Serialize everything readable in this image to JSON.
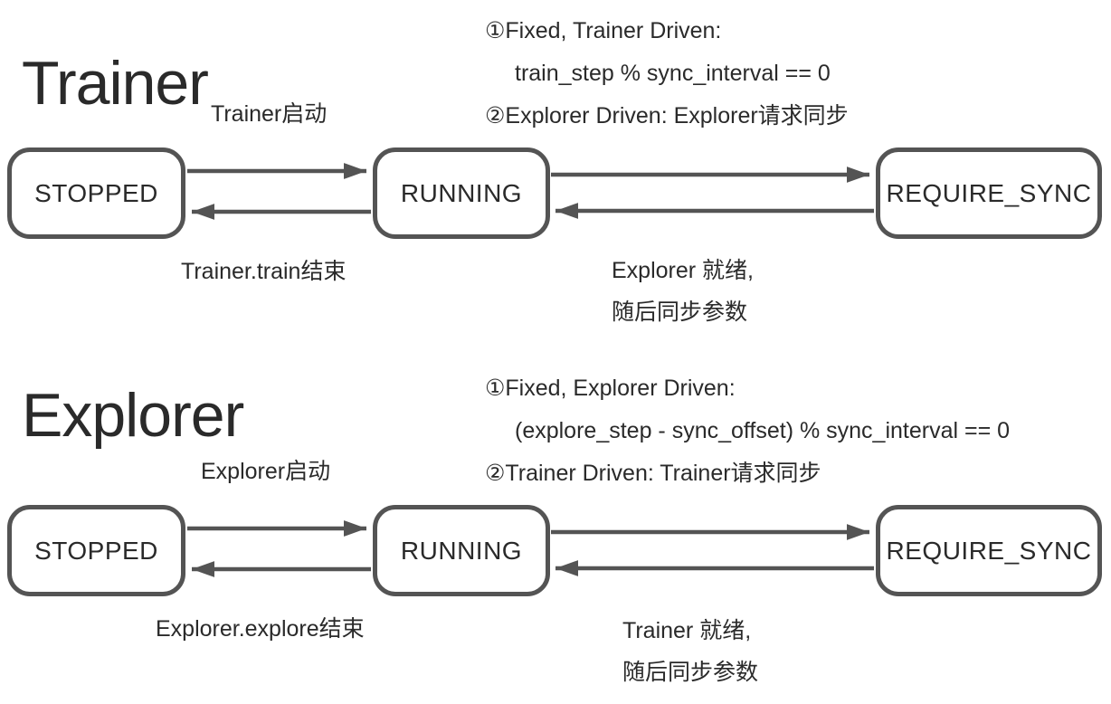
{
  "colors": {
    "background": "#ffffff",
    "line": "#545454",
    "text": "#2a2a2a"
  },
  "diagrams": [
    {
      "title": "Trainer",
      "states": {
        "stopped": "STOPPED",
        "running": "RUNNING",
        "require_sync": "REQUIRE_SYNC"
      },
      "labels": {
        "start": "Trainer启动",
        "stop": "Trainer.train结束",
        "sync_rule_line1": "①Fixed, Trainer Driven:",
        "sync_rule_line2": "train_step % sync_interval == 0",
        "sync_rule_line3": "②Explorer Driven: Explorer请求同步",
        "ready_line1": "Explorer 就绪,",
        "ready_line2": "随后同步参数"
      }
    },
    {
      "title": "Explorer",
      "states": {
        "stopped": "STOPPED",
        "running": "RUNNING",
        "require_sync": "REQUIRE_SYNC"
      },
      "labels": {
        "start": "Explorer启动",
        "stop": "Explorer.explore结束",
        "sync_rule_line1": "①Fixed, Explorer Driven:",
        "sync_rule_line2": "(explore_step - sync_offset) % sync_interval == 0",
        "sync_rule_line3": "②Trainer Driven: Trainer请求同步",
        "ready_line1": "Trainer 就绪,",
        "ready_line2": "随后同步参数"
      }
    }
  ]
}
